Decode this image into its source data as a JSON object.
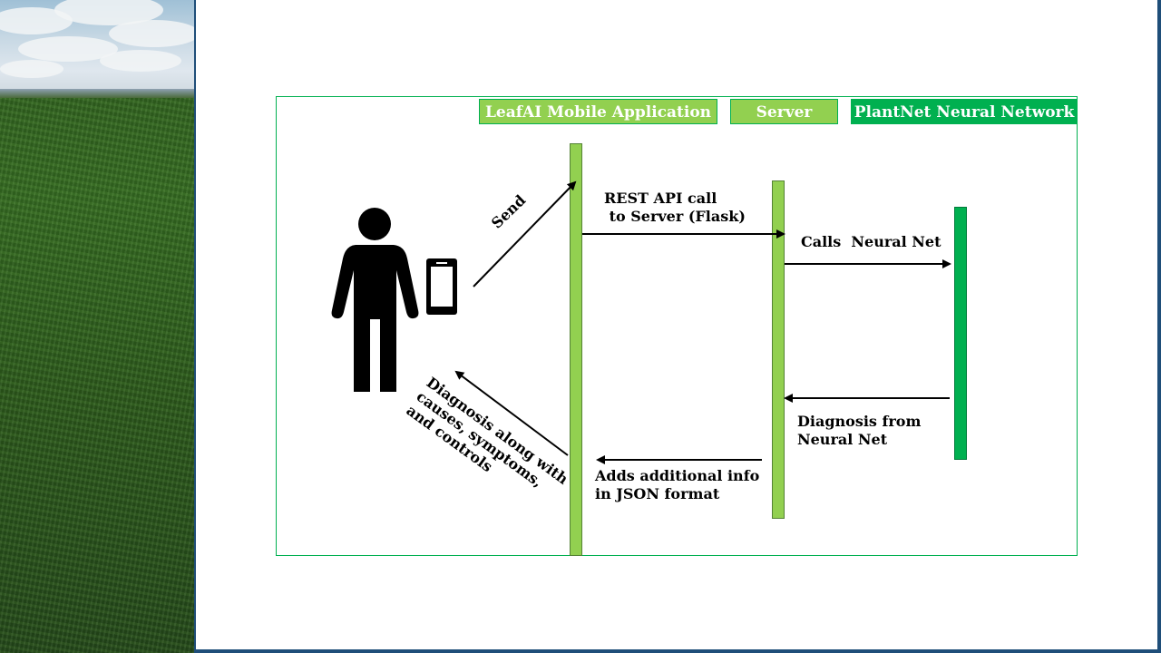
{
  "participants": {
    "app": "LeafAI Mobile Application",
    "server": "Server",
    "network": "PlantNet Neural Network"
  },
  "messages": {
    "send": "Send",
    "rest_call": "REST API call\n to Server (Flask)",
    "calls_net": "Calls  Neural Net",
    "diagnosis_from_net": "Diagnosis from\nNeural Net",
    "adds_info": "Adds additional info\nin JSON format",
    "diagnosis_return": "Diagnosis along with\ncauses, symptoms,\nand controls"
  },
  "colors": {
    "light_green": "#92d050",
    "dark_green": "#00b050",
    "accent_blue": "#1f4e79"
  }
}
